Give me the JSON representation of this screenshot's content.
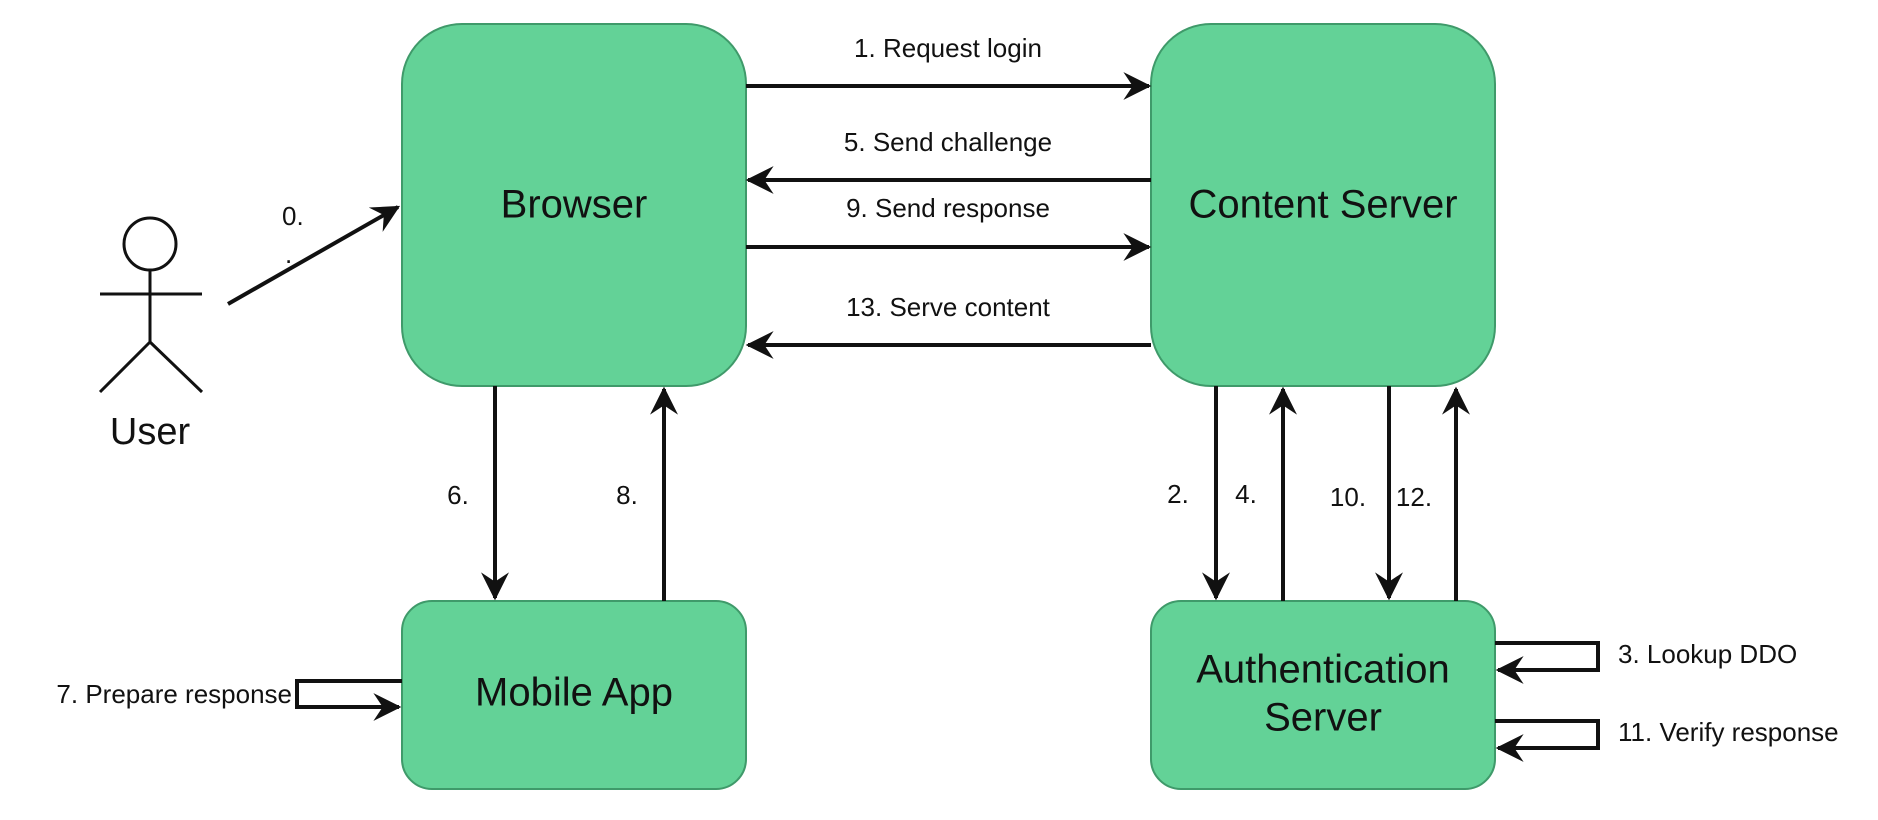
{
  "actor": {
    "label": "User"
  },
  "nodes": {
    "browser": {
      "label": "Browser"
    },
    "content_server": {
      "label": "Content Server"
    },
    "mobile_app": {
      "label": "Mobile App"
    },
    "auth_server": {
      "label_line1": "Authentication",
      "label_line2": "Server"
    }
  },
  "edges": {
    "e0": {
      "label": "0.",
      "label_extra": "."
    },
    "e1": {
      "label": "1. Request login"
    },
    "e2": {
      "label": "2."
    },
    "e3": {
      "label": "3. Lookup DDO"
    },
    "e4": {
      "label": "4."
    },
    "e5": {
      "label": "5. Send challenge"
    },
    "e6": {
      "label": "6."
    },
    "e7": {
      "label": "7. Prepare response"
    },
    "e8": {
      "label": "8."
    },
    "e9": {
      "label": "9. Send response"
    },
    "e10": {
      "label": "10."
    },
    "e11": {
      "label": "11. Verify response"
    },
    "e12": {
      "label": "12."
    },
    "e13": {
      "label": "13. Serve content"
    }
  },
  "colors": {
    "node_fill": "#63d297",
    "node_stroke": "#3f9a6a",
    "line": "#111111"
  }
}
